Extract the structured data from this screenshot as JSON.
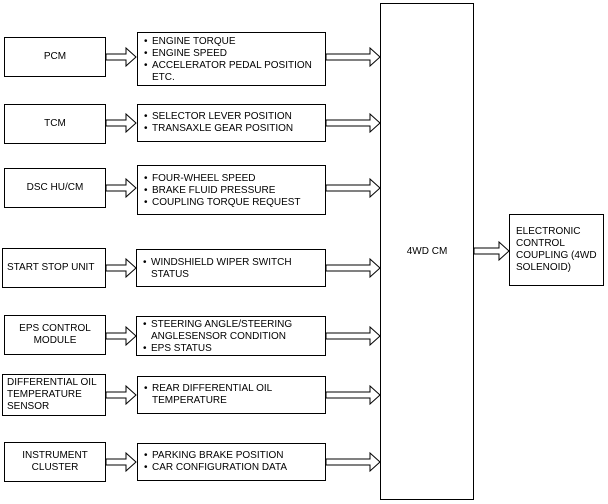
{
  "rows": [
    {
      "source": "PCM",
      "signals": [
        {
          "text": "ENGINE TORQUE",
          "bullet": true
        },
        {
          "text": "ENGINE SPEED",
          "bullet": true
        },
        {
          "text": "ACCELERATOR PEDAL POSITION",
          "bullet": true
        },
        {
          "text": "ETC.",
          "bullet": false
        }
      ]
    },
    {
      "source": "TCM",
      "signals": [
        {
          "text": "SELECTOR LEVER POSITION",
          "bullet": true
        },
        {
          "text": "TRANSAXLE GEAR POSITION",
          "bullet": true
        }
      ]
    },
    {
      "source": "DSC HU/CM",
      "signals": [
        {
          "text": "FOUR-WHEEL SPEED",
          "bullet": true
        },
        {
          "text": "BRAKE FLUID PRESSURE",
          "bullet": true
        },
        {
          "text": "COUPLING TORQUE REQUEST",
          "bullet": true
        }
      ]
    },
    {
      "source": "START STOP UNIT",
      "signals": [
        {
          "text": "WINDSHIELD WIPER SWITCH",
          "bullet": true
        },
        {
          "text": "STATUS",
          "bullet": false
        }
      ]
    },
    {
      "source": "EPS CONTROL MODULE",
      "signals": [
        {
          "text": "STEERING ANGLE/STEERING",
          "bullet": true
        },
        {
          "text": "ANGLESENSOR CONDITION",
          "bullet": false
        },
        {
          "text": "EPS STATUS",
          "bullet": true
        }
      ]
    },
    {
      "source": "DIFFERENTIAL OIL TEMPERATURE SENSOR",
      "signals": [
        {
          "text": "REAR DIFFERENTIAL OIL",
          "bullet": true
        },
        {
          "text": "TEMPERATURE",
          "bullet": false
        }
      ]
    },
    {
      "source": "INSTRUMENT CLUSTER",
      "signals": [
        {
          "text": "PARKING BRAKE POSITION",
          "bullet": true
        },
        {
          "text": "CAR CONFIGURATION DATA",
          "bullet": true
        }
      ]
    }
  ],
  "hub": {
    "label": "4WD CM"
  },
  "output": {
    "label": "ELECTRONIC CONTROL COUPLING (4WD SOLENOID)"
  }
}
